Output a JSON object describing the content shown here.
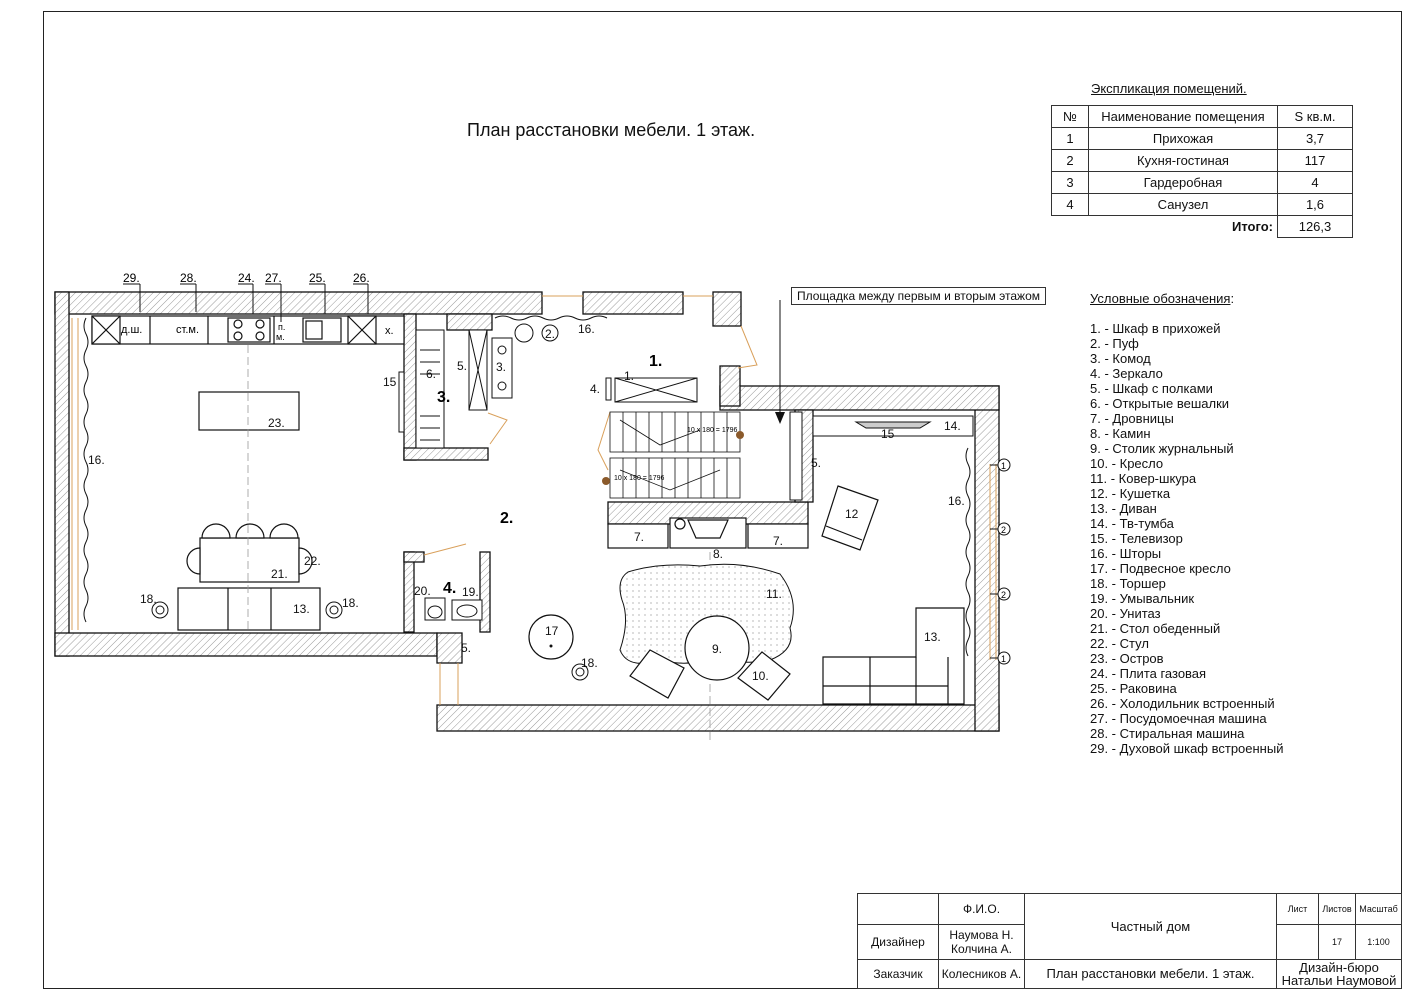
{
  "title": "План расстановки мебели. 1 этаж.",
  "explication": {
    "caption": "Экспликация помещений.",
    "headers": [
      "№",
      "Наименование помещения",
      "S кв.м."
    ],
    "rows": [
      [
        "1",
        "Прихожая",
        "3,7"
      ],
      [
        "2",
        "Кухня-гостиная",
        "117"
      ],
      [
        "3",
        "Гардеробная",
        "4"
      ],
      [
        "4",
        "Санузел",
        "1,6"
      ]
    ],
    "total_label": "Итого:",
    "total_value": "126,3"
  },
  "legend": {
    "title": "Условные обозначения",
    "title_suffix": ":",
    "items": [
      "1. - Шкаф в прихожей",
      "2. - Пуф",
      "3. - Комод",
      "4. - Зеркало",
      "5. - Шкаф с полками",
      "6. - Открытые вешалки",
      "7. - Дровницы",
      "8. - Камин",
      "9. - Столик журнальный",
      "10. - Кресло",
      "11. - Ковер-шкура",
      "12. - Кушетка",
      "13. - Диван",
      "14. - Тв-тумба",
      "15. - Телевизор",
      "16. - Шторы",
      "17. - Подвесное кресло",
      "18. - Торшер",
      "19. - Умывальник",
      "20. - Унитаз",
      "21. - Стол обеденный",
      "22. - Стул",
      "23. - Остров",
      "24. - Плита газовая",
      "25. - Раковина",
      "26. - Холодильник встроенный",
      "27. - Посудомоечная машина",
      "28. - Стиральная машина",
      "29. - Духовой шкаф встроенный"
    ]
  },
  "callout": "Площадка между первым и вторым этажом",
  "plan": {
    "rooms": {
      "r1": "1.",
      "r2": "2.",
      "r3": "3.",
      "r4": "4."
    },
    "kitchen_labels": {
      "dsh": "д.ш.",
      "stm": "ст.м.",
      "pm": "п.\nм.",
      "x": "х."
    },
    "top_markers": [
      "29.",
      "28.",
      "24.",
      "27.",
      "25.",
      "26."
    ],
    "labels": {
      "l16a": "16.",
      "l16b": "16.",
      "l16c": "16.",
      "l23": "23.",
      "l21": "21.",
      "l22": "22.",
      "l13a": "13.",
      "l13b": "13.",
      "l18a": "18.",
      "l18b": "18.",
      "l18c": "18.",
      "l17": "17",
      "l9": "9.",
      "l10": "10.",
      "l11": "11.",
      "l12": "12",
      "l8": "8.",
      "l7a": "7.",
      "l7b": "7.",
      "l5a": "5.",
      "l5b": "5.",
      "l5c": "5.",
      "l6": "6.",
      "l3": "3.",
      "l2": "2.",
      "l15a": "15",
      "l15b": "15",
      "l14": "14.",
      "l20": "20.",
      "l19": "19.",
      "l4": "4.",
      "l1": "1.",
      "stair1": "10 x 180 = 1796",
      "stair2": "10 x 180 = 1796"
    },
    "axis_marks": [
      "1",
      "2",
      "2",
      "1"
    ]
  },
  "title_block": {
    "fio": "Ф.И.О.",
    "designer_role": "Дизайнер",
    "designer_names": "Наумова Н.\nКолчина А.",
    "client_role": "Заказчик",
    "client_name": "Колесников А.",
    "project": "Частный дом",
    "sheet_title": "План расстановки мебели. 1 этаж.",
    "list": "Лист",
    "listov": "Листов",
    "masshtab": "Масштаб",
    "listov_val": "17",
    "scale_val": "1:100",
    "company": "Дизайн-бюро\nНатальи Наумовой"
  }
}
